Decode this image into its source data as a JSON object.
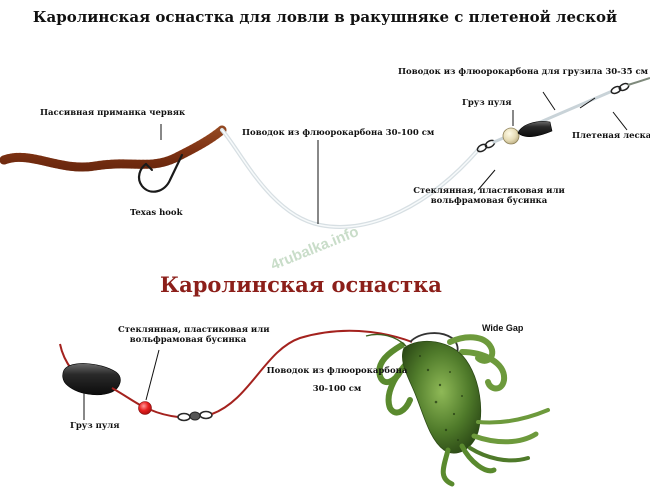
{
  "titles": {
    "main": "Каролинская оснастка для ловли в ракушняке с плетеной леской",
    "secondary": "Каролинская оснастка"
  },
  "watermark": "4rubalka.info",
  "top_rig": {
    "worm_label": "Пассивная приманка червяк",
    "hook_label": "Texas hook",
    "long_leader_label": "Поводок из флюорокарбона 30-100 см",
    "sinker_leader_label": "Поводок из флюорокарбона для грузила 30-35 см",
    "sinker_label": "Груз пуля",
    "braid_label": "Плетеная леска",
    "bead_label_line1": "Стеклянная, пластиковая или",
    "bead_label_line2": "вольфрамовая бусинка"
  },
  "bottom_rig": {
    "bead_label_line1": "Стеклянная, пластиковая или",
    "bead_label_line2": "вольфрамовая бусинка",
    "hook_label": "Wide Gap",
    "leader_label_line1": "Поводок из флюорокарбона",
    "leader_label_line2": "30-100 см",
    "sinker_label": "Груз пуля"
  },
  "colors": {
    "title_secondary": "#8c1f1a",
    "worm": "#b0522a",
    "leader_bottom": "#a4221e",
    "sinker": "#1c1c1c",
    "bead_red": "#e32020",
    "crayfish": "#4f7a2a"
  }
}
